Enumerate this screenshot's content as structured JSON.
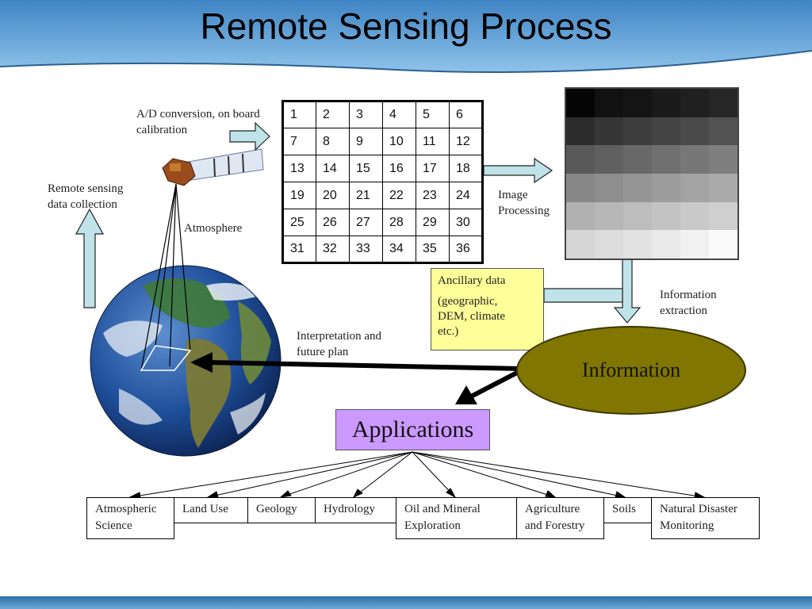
{
  "title": "Remote Sensing Process",
  "labels": {
    "ad_line1": "A/D conversion, on board",
    "ad_line2": "calibration",
    "remote_line1": "Remote sensing",
    "remote_line2": "data collection",
    "atmosphere": "Atmosphere",
    "image_processing_line1": "Image",
    "image_processing_line2": "Processing",
    "information_extraction_line1": "Information",
    "information_extraction_line2": "extraction",
    "interpretation_line1": "Interpretation and",
    "interpretation_line2": "future plan"
  },
  "grid": {
    "rows": [
      [
        "1",
        "2",
        "3",
        "4",
        "5",
        "6"
      ],
      [
        "7",
        "8",
        "9",
        "10",
        "11",
        "12"
      ],
      [
        "13",
        "14",
        "15",
        "16",
        "17",
        "18"
      ],
      [
        "19",
        "20",
        "21",
        "22",
        "23",
        "24"
      ],
      [
        "25",
        "26",
        "27",
        "28",
        "29",
        "30"
      ],
      [
        "31",
        "32",
        "33",
        "34",
        "35",
        "36"
      ]
    ]
  },
  "gray_image": {
    "rows": [
      [
        "#050505",
        "#111111",
        "#141414",
        "#1a1a1a",
        "#202020",
        "#262626"
      ],
      [
        "#2c2c2c",
        "#363636",
        "#3d3d3d",
        "#444444",
        "#4a4a4a",
        "#525252"
      ],
      [
        "#595959",
        "#606060",
        "#686868",
        "#707070",
        "#777777",
        "#7f7f7f"
      ],
      [
        "#878787",
        "#8e8e8e",
        "#959595",
        "#9c9c9c",
        "#a3a3a3",
        "#aaaaaa"
      ],
      [
        "#b1b1b1",
        "#b7b7b7",
        "#bdbdbd",
        "#c3c3c3",
        "#c9c9c9",
        "#cfcfcf"
      ],
      [
        "#d6d6d6",
        "#dcdcdc",
        "#e2e2e2",
        "#e9e9e9",
        "#f1f1f1",
        "#fafafa"
      ]
    ]
  },
  "ancillary": {
    "line1": "Ancillary data",
    "line2": "(geographic,",
    "line3": "DEM, climate",
    "line4": "etc.)"
  },
  "information": "Information",
  "applications": "Applications",
  "categories": [
    {
      "line1": "Atmospheric",
      "line2": "Science"
    },
    {
      "line1": "Land Use",
      "line2": ""
    },
    {
      "line1": "Geology",
      "line2": ""
    },
    {
      "line1": "Hydrology",
      "line2": ""
    },
    {
      "line1": "Oil and Mineral",
      "line2": "Exploration"
    },
    {
      "line1": "Agriculture",
      "line2": "and Forestry"
    },
    {
      "line1": "Soils",
      "line2": ""
    },
    {
      "line1": "Natural Disaster",
      "line2": "Monitoring"
    }
  ],
  "colors": {
    "header_blue": "#5d9fd4",
    "arrow_fill": "#bfe3e8",
    "ancillary_fill": "#ffff99",
    "information_fill": "#807600",
    "applications_fill": "#cc99ff"
  },
  "icons": {
    "satellite": "satellite-icon",
    "earth": "earth-globe-icon"
  }
}
